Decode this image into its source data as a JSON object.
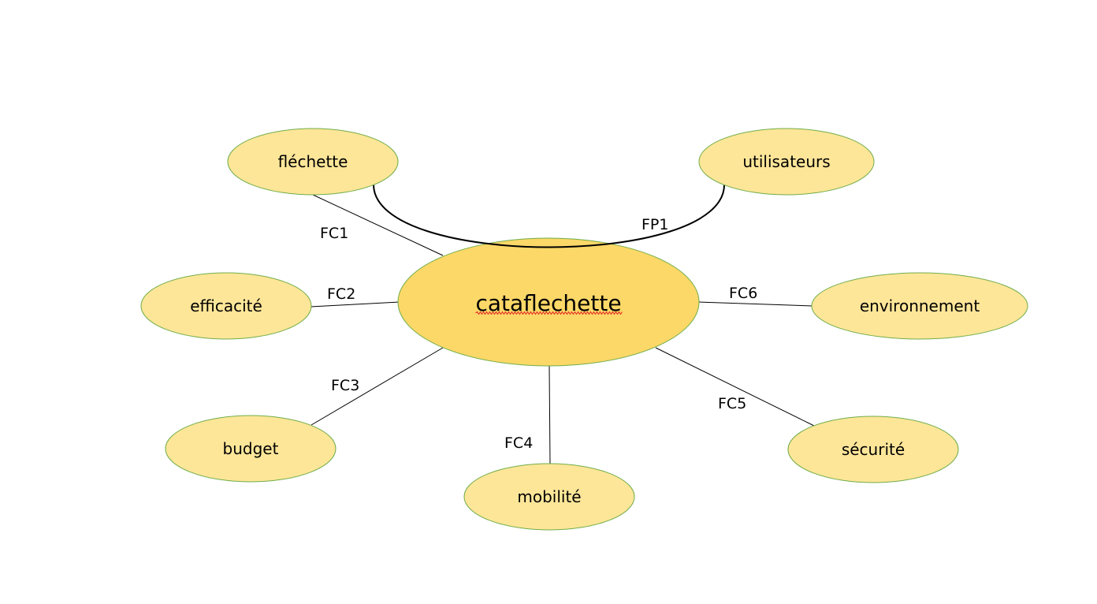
{
  "diagram": {
    "type": "pieuvre",
    "colors": {
      "center_fill": "#fcd868",
      "node_fill": "#fee699",
      "node_stroke": "#70ad47",
      "edge": "#000000",
      "spellcheck": "#e02020"
    },
    "center": {
      "label": "cataflechette"
    },
    "nodes": [
      {
        "id": "flechette",
        "label": "fléchette"
      },
      {
        "id": "utilisateurs",
        "label": "utilisateurs"
      },
      {
        "id": "efficacite",
        "label": "efficacité"
      },
      {
        "id": "environnement",
        "label": "environnement"
      },
      {
        "id": "budget",
        "label": "budget"
      },
      {
        "id": "mobilite",
        "label": "mobilité"
      },
      {
        "id": "securite",
        "label": "sécurité"
      }
    ],
    "edges": [
      {
        "label": "FP1",
        "from": "flechette",
        "to": "utilisateurs",
        "kind": "principal"
      },
      {
        "label": "FC1",
        "from": "flechette",
        "to": "center",
        "kind": "contrainte"
      },
      {
        "label": "FC2",
        "from": "efficacite",
        "to": "center",
        "kind": "contrainte"
      },
      {
        "label": "FC3",
        "from": "budget",
        "to": "center",
        "kind": "contrainte"
      },
      {
        "label": "FC4",
        "from": "mobilite",
        "to": "center",
        "kind": "contrainte"
      },
      {
        "label": "FC5",
        "from": "securite",
        "to": "center",
        "kind": "contrainte"
      },
      {
        "label": "FC6",
        "from": "environnement",
        "to": "center",
        "kind": "contrainte"
      }
    ]
  }
}
